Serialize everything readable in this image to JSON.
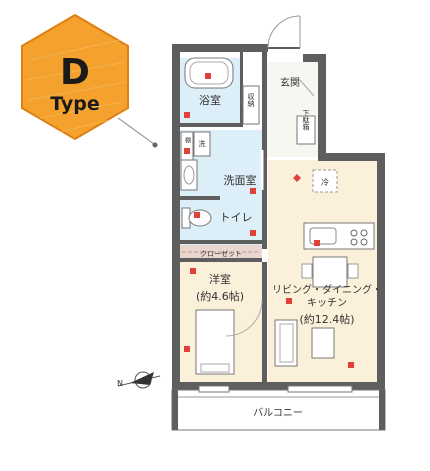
{
  "badge": {
    "letter": "D",
    "subtitle": "Type"
  },
  "rooms": {
    "entrance": "玄関",
    "bath": "浴室",
    "storage": "収納",
    "shoe_storage": "下駄箱",
    "wash": "洗面室",
    "washer": "洗",
    "shelf": "棚",
    "fridge": "冷",
    "toilet": "トイレ",
    "closet": "クローゼット",
    "western": "洋室",
    "western_area": "(約4.6帖)",
    "ldk_line1": "リビング・ダイニング・",
    "ldk_line2": "キッチン",
    "ldk_area": "(約12.4帖)",
    "balcony": "バルコニー"
  },
  "compass": {
    "north": "N"
  },
  "colors": {
    "badge_fill": "#f4a12e",
    "badge_stroke": "#e07f12",
    "wall": "#5e5e5e",
    "wet_area": "#dceef8",
    "living_floor": "#fbf0d9",
    "bedroom_floor": "#fbf0d9",
    "closet_floor": "#e9d6cf",
    "accent_red": "#e0413a",
    "outline": "#777777"
  }
}
